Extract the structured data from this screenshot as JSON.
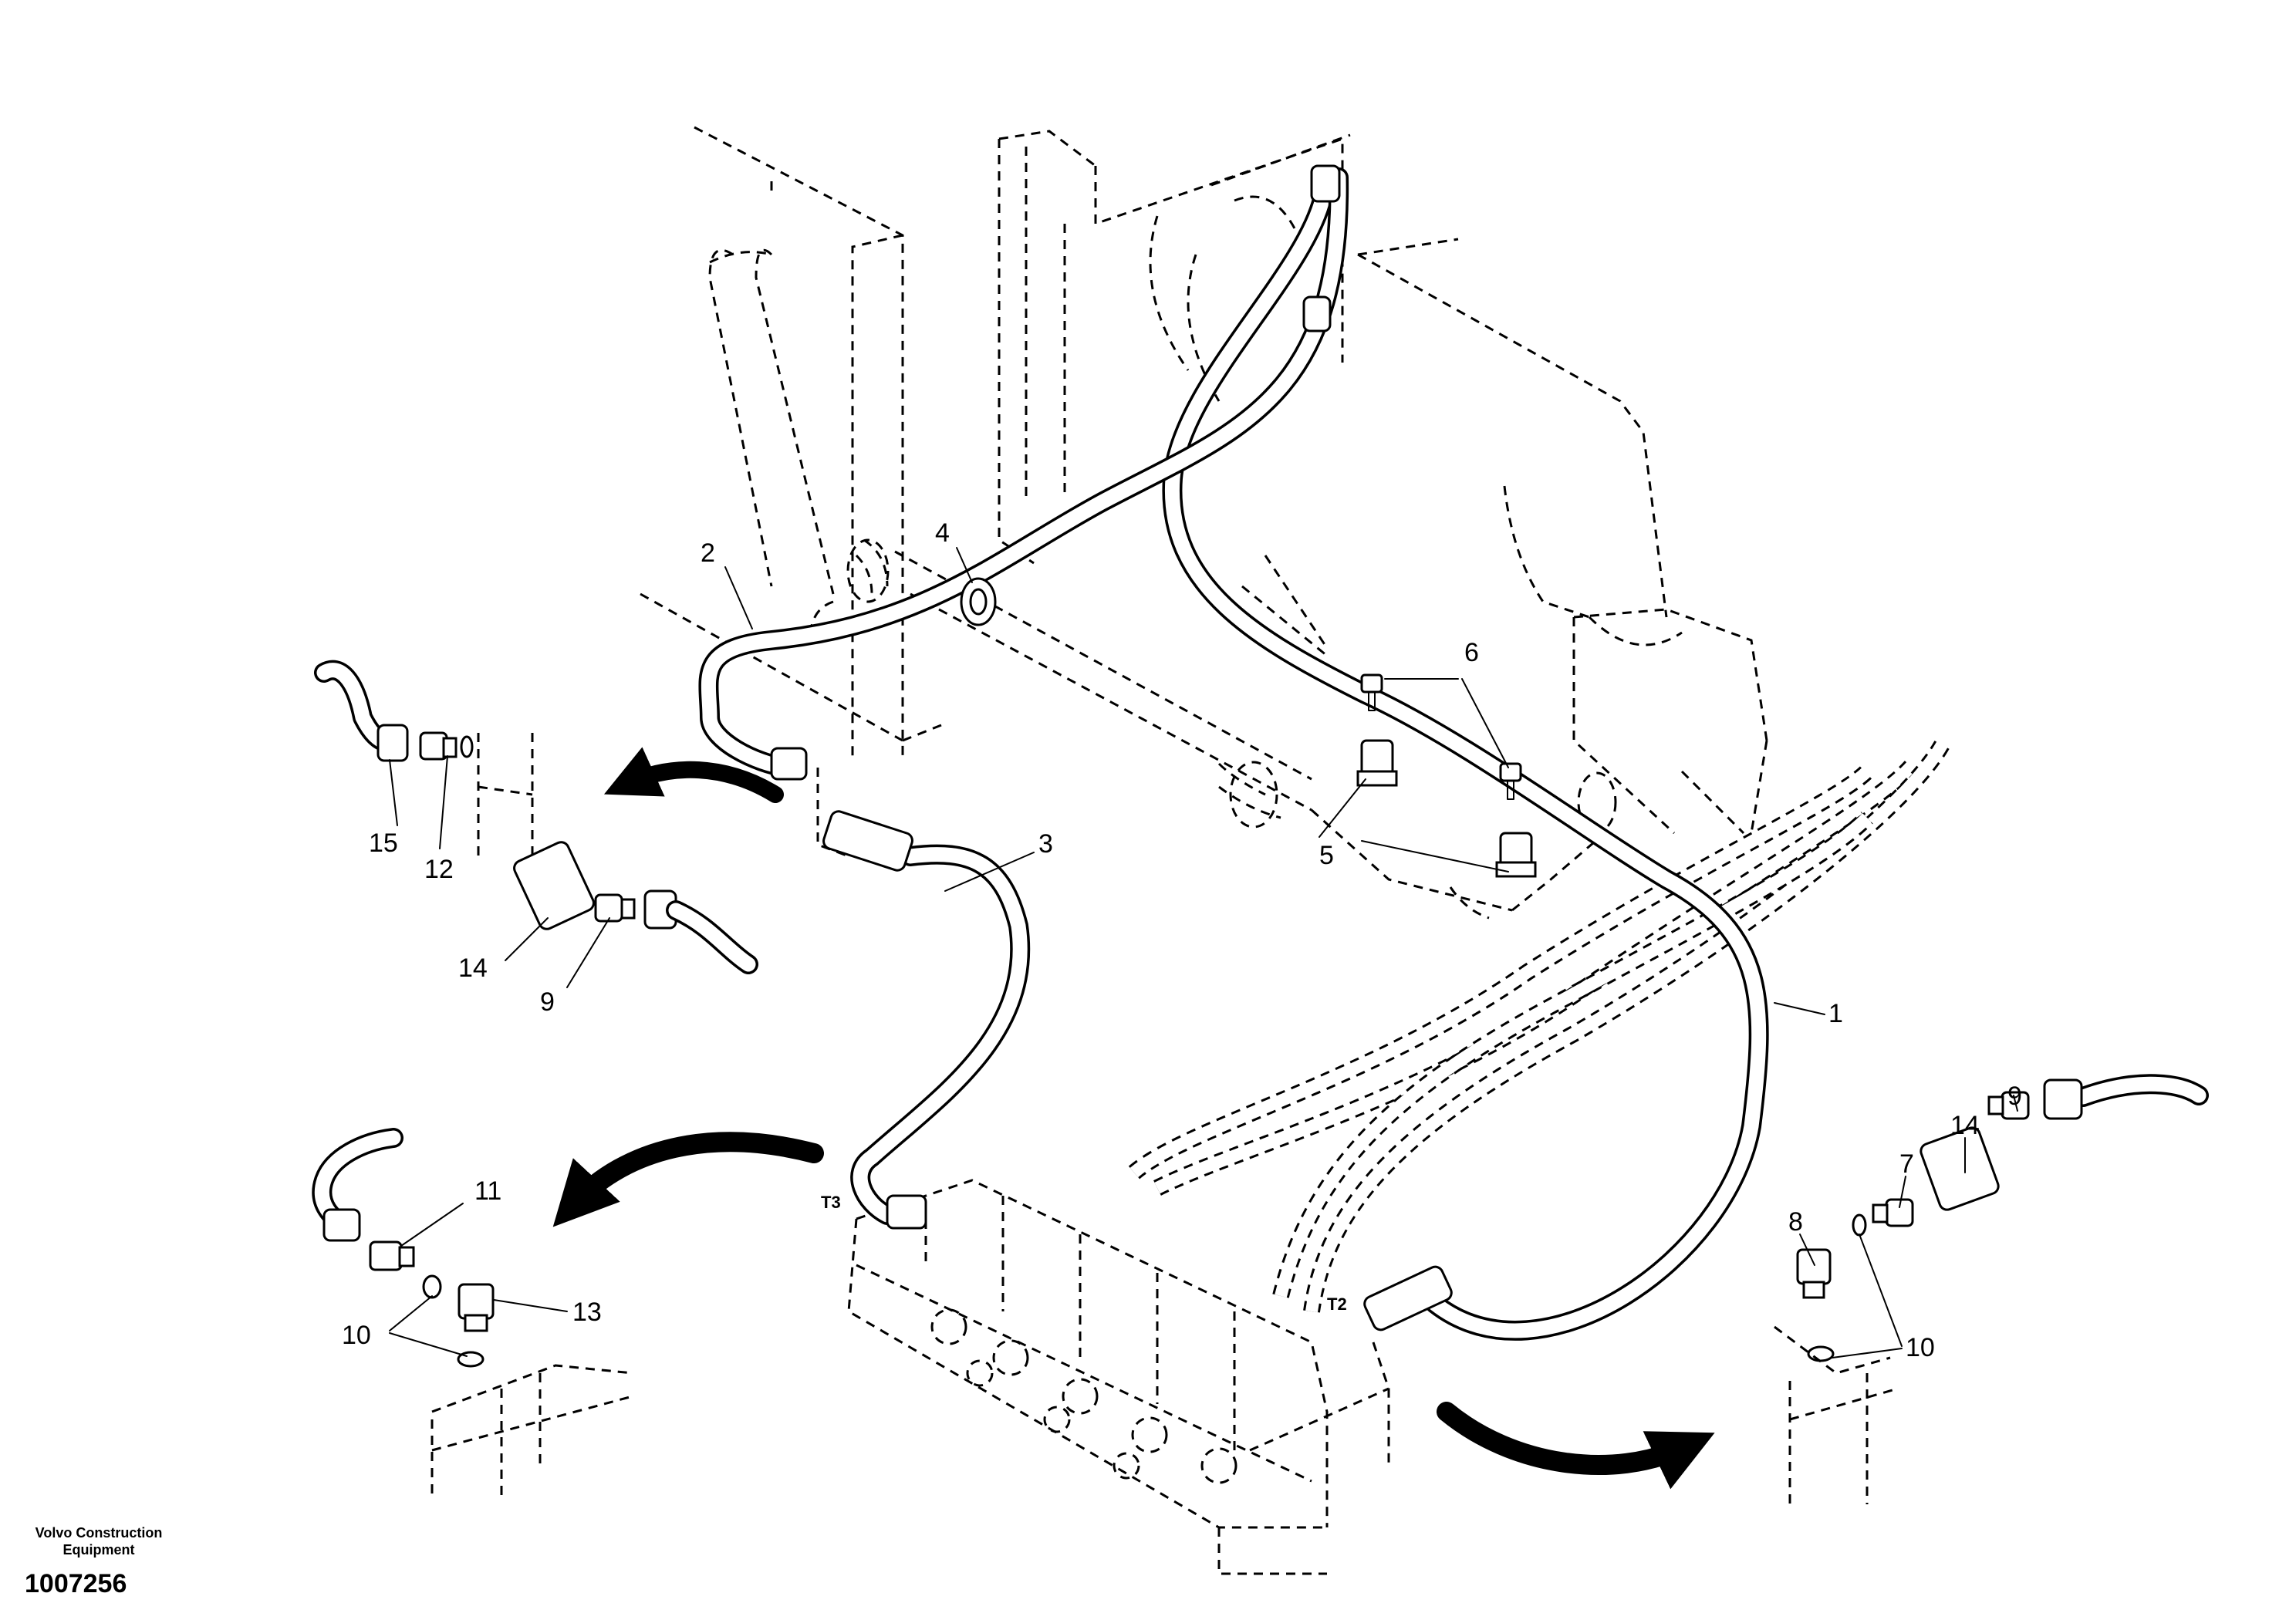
{
  "brand": {
    "line1": "Volvo Construction",
    "line2": "Equipment"
  },
  "document_number": "1007256",
  "callouts": {
    "c1": "1",
    "c2": "2",
    "c3": "3",
    "c4": "4",
    "c5": "5",
    "c6": "6",
    "c7": "7",
    "c8": "8",
    "c9a": "9",
    "c9b": "9",
    "c10a": "10",
    "c10b": "10",
    "c11": "11",
    "c12": "12",
    "c13": "13",
    "c14a": "14",
    "c14b": "14",
    "c15": "15"
  },
  "ports": {
    "t2": "T2",
    "t3": "T3"
  }
}
